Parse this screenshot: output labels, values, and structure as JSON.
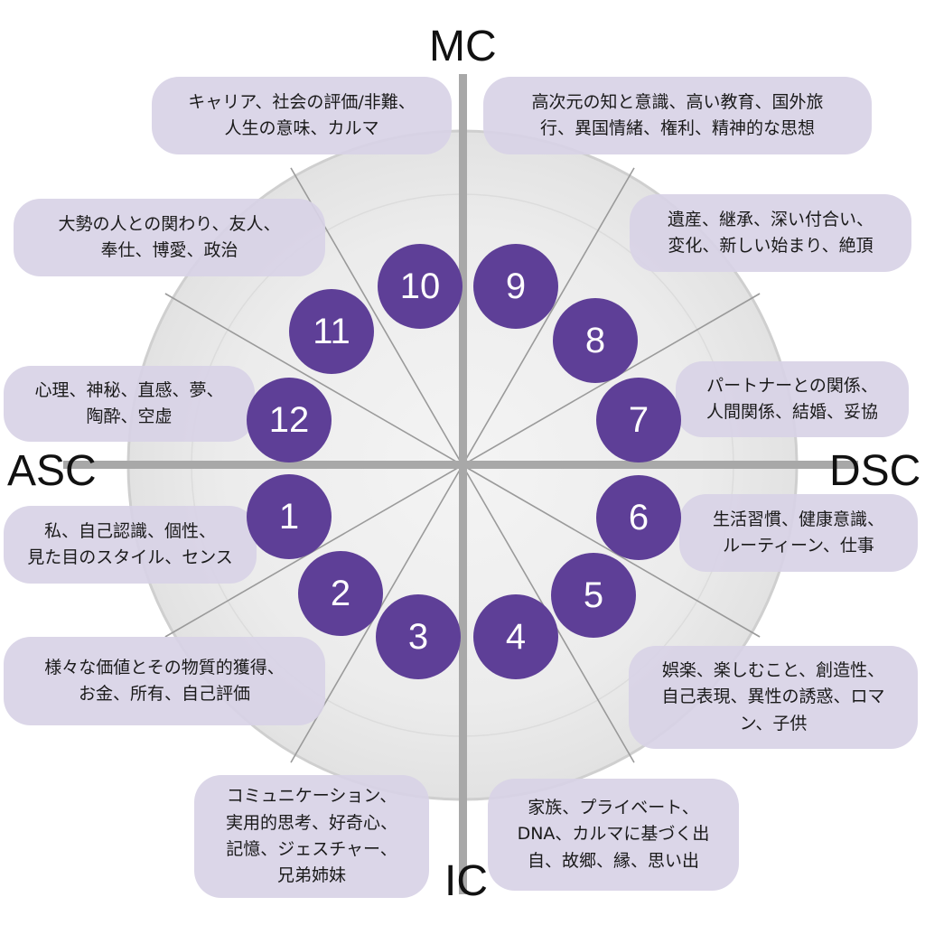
{
  "axes": {
    "top": "MC",
    "left": "ASC",
    "right": "DSC",
    "bottom": "IC"
  },
  "houses": [
    {
      "number": "1",
      "lines": [
        "私、自己認識、個性、",
        "見た目のスタイル、センス"
      ]
    },
    {
      "number": "2",
      "lines": [
        "様々な価値とその物質的獲得、",
        "お金、所有、自己評価"
      ]
    },
    {
      "number": "3",
      "lines": [
        "コミュニケーション、",
        "実用的思考、好奇心、",
        "記憶、ジェスチャー、",
        "兄弟姉妹"
      ]
    },
    {
      "number": "4",
      "lines": [
        "家族、プライベート、",
        "DNA、カルマに基づく出",
        "自、故郷、縁、思い出"
      ]
    },
    {
      "number": "5",
      "lines": [
        "娯楽、楽しむこと、創造性、",
        "自己表現、異性の誘惑、ロマ",
        "ン、子供"
      ]
    },
    {
      "number": "6",
      "lines": [
        "生活習慣、健康意識、",
        "ルーティーン、仕事"
      ]
    },
    {
      "number": "7",
      "lines": [
        "パートナーとの関係、",
        "人間関係、結婚、妥協"
      ]
    },
    {
      "number": "8",
      "lines": [
        "遺産、継承、深い付合い、",
        "変化、新しい始まり、絶頂"
      ]
    },
    {
      "number": "9",
      "lines": [
        "高次元の知と意識、高い教育、国外旅",
        "行、異国情緒、権利、精神的な思想"
      ]
    },
    {
      "number": "10",
      "lines": [
        "キャリア、社会の評価/非難、",
        "人生の意味、カルマ"
      ]
    },
    {
      "number": "11",
      "lines": [
        "大勢の人との関わり、友人、",
        "奉仕、博愛、政治"
      ]
    },
    {
      "number": "12",
      "lines": [
        "心理、神秘、直感、夢、",
        "陶酔、空虚"
      ]
    }
  ],
  "colors": {
    "circle": "#5e3f97",
    "bubble": "#d8d2e6",
    "lines": "#9a9a9a"
  }
}
